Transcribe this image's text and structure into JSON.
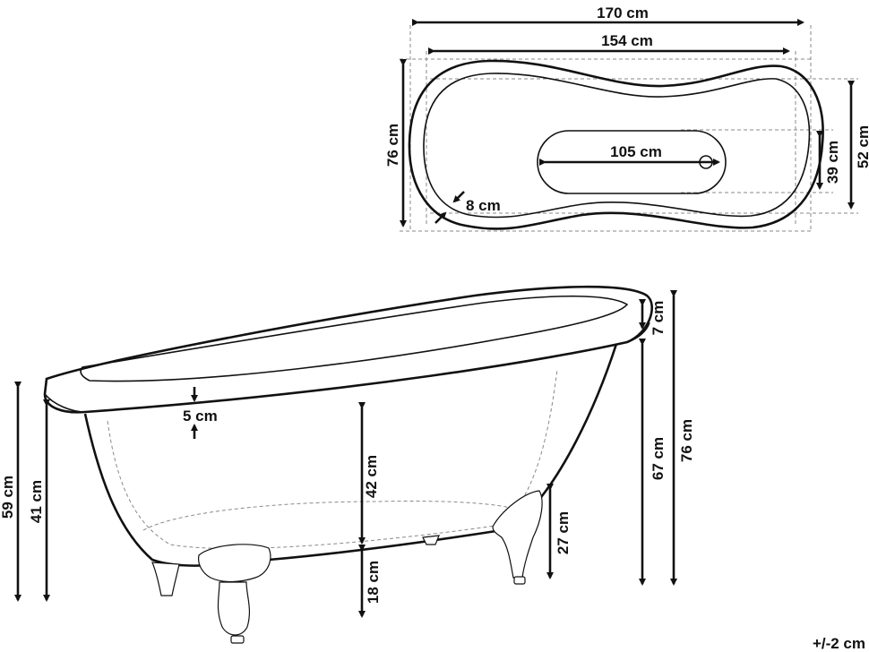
{
  "top_view": {
    "length_outer": "170 cm",
    "length_inner": "154 cm",
    "width_outer": "76 cm",
    "width_inner": "52 cm",
    "basin_length": "105 cm",
    "basin_width": "39 cm",
    "rim_thickness": "8 cm"
  },
  "side_view": {
    "rim_top": "5 cm",
    "rim_end": "7 cm",
    "height_head": "59 cm",
    "height_head_inner": "41 cm",
    "depth": "42 cm",
    "foot_clearance": "18 cm",
    "foot_height": "27 cm",
    "height_foot_end": "67 cm",
    "height_total": "76 cm"
  },
  "tolerance": "+/-2 cm",
  "colors": {
    "line": "#111111",
    "dash": "#8a8a8a",
    "background": "#ffffff"
  }
}
